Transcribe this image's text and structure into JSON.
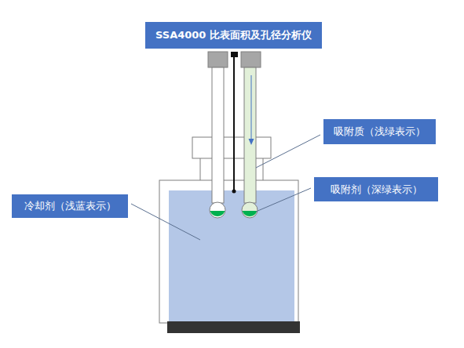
{
  "diagram": {
    "nodes": [
      {
        "text": [
          "SSA4000 比表面积及孔径分析仪"
        ]
      },
      {
        "text": [
          "吸附质（浅绿表示）"
        ]
      },
      {
        "text": [
          "吸附剂（深绿表示）"
        ]
      },
      {
        "text": [
          "冷却剂（浅蓝表示）"
        ]
      }
    ]
  }
}
